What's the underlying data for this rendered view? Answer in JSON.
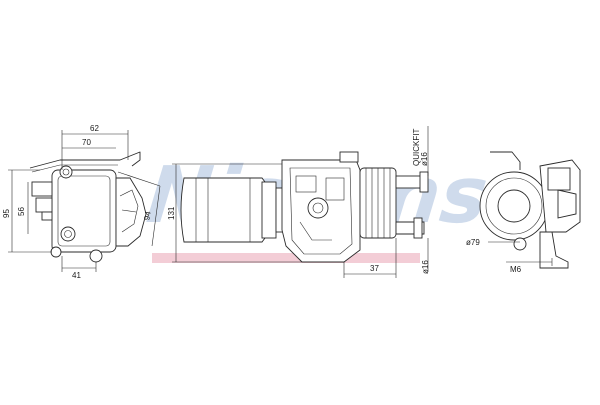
{
  "brand": {
    "watermark": "Nissens",
    "watermark_color": "#a9bfdd",
    "underline_color": "#e9a4b4"
  },
  "views": {
    "left": {
      "dims": {
        "width_top": "62",
        "width_inner": "70",
        "height_total": "95",
        "height_ports": "56",
        "diagonal": "94",
        "bottom": "41"
      }
    },
    "center": {
      "dims": {
        "height": "131",
        "quickfit_label": "QUICKFIT",
        "quickfit_size": "ø16",
        "outlet_size": "ø16",
        "flange": "37"
      }
    },
    "right": {
      "dims": {
        "diameter": "ø79",
        "thread": "M6"
      }
    }
  }
}
